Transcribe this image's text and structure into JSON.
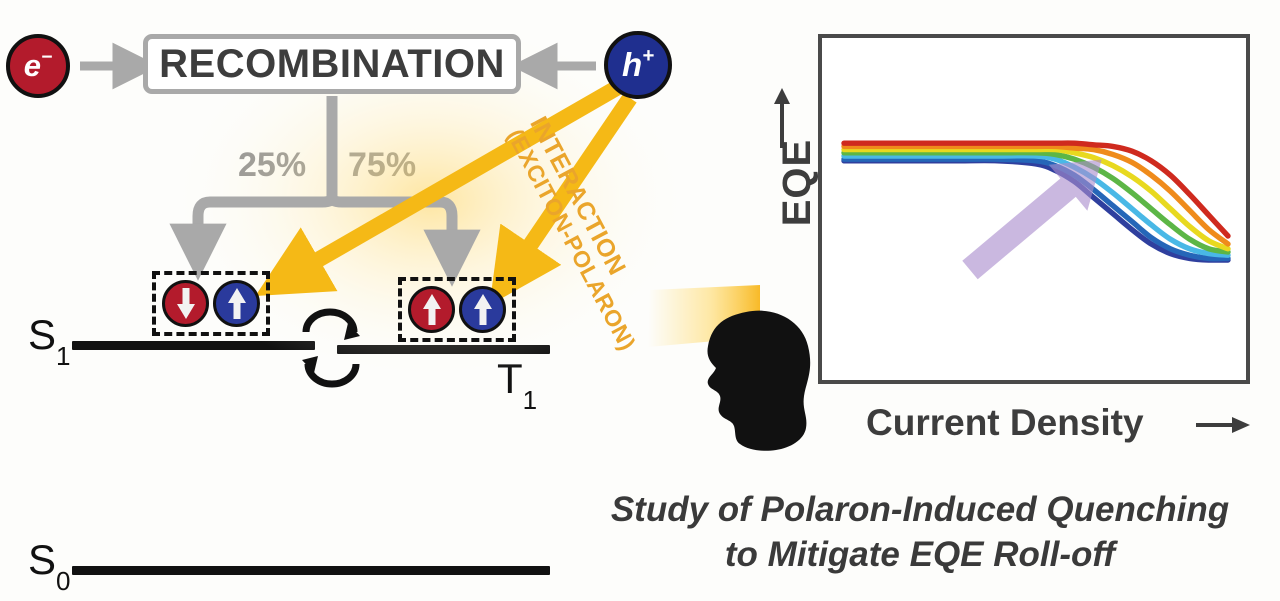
{
  "figure": {
    "caption_line1": "Study of Polaron-Induced Quenching",
    "caption_line2": "to Mitigate EQE Roll-off"
  },
  "mechanism": {
    "electron_label": "e",
    "electron_charge": "−",
    "hole_label": "h",
    "hole_charge": "+",
    "process_box_label": "RECOMBINATION",
    "branching": [
      {
        "label": "25%",
        "outcome": "singlet"
      },
      {
        "label": "75%",
        "outcome": "triplet"
      }
    ],
    "interaction_line1": "INTERACTION",
    "interaction_line2": "(EXCITON-POLARON)",
    "energy_levels": [
      {
        "name": "S",
        "sub": "1"
      },
      {
        "name": "T",
        "sub": "1"
      },
      {
        "name": "S",
        "sub": "0"
      }
    ],
    "spin_pairs": [
      {
        "state": "singlet",
        "spins": [
          "down",
          "up"
        ],
        "colors": [
          "#b31b2c",
          "#2a3a9c"
        ]
      },
      {
        "state": "triplet",
        "spins": [
          "up",
          "up"
        ],
        "colors": [
          "#b31b2c",
          "#2a3a9c"
        ]
      }
    ],
    "icons": {
      "exchange": "spin-exchange-icon",
      "head": "head-silhouette-icon",
      "beam": "light-emission-cone"
    }
  },
  "chart_data": {
    "type": "line",
    "title": "",
    "xlabel": "Current Density",
    "ylabel": "EQE",
    "xlim": [
      0,
      100
    ],
    "ylim": [
      0,
      100
    ],
    "grid": false,
    "legend": "none",
    "axis_arrows": {
      "x": "→",
      "y": "↑"
    },
    "annotation": {
      "text": "",
      "type": "arrow",
      "color": "#a98ccd",
      "direction": "up-right",
      "meaning": "increasing roll-off onset"
    },
    "x": [
      0,
      10,
      20,
      30,
      40,
      50,
      55,
      60,
      65,
      70,
      75,
      80,
      85,
      90,
      95,
      100
    ],
    "series": [
      {
        "name": "curve-1",
        "color": "#cf2a1e",
        "values": [
          88,
          88,
          88,
          88,
          88,
          88,
          88,
          88,
          87,
          86,
          83,
          77,
          68,
          56,
          43,
          30
        ]
      },
      {
        "name": "curve-2",
        "color": "#ef8b1b",
        "values": [
          86,
          86,
          86,
          86,
          86,
          86,
          86,
          85,
          84,
          81,
          76,
          68,
          58,
          46,
          34,
          25
        ]
      },
      {
        "name": "curve-3",
        "color": "#e8d91f",
        "values": [
          84,
          84,
          84,
          84,
          84,
          84,
          84,
          82,
          79,
          74,
          67,
          58,
          47,
          36,
          27,
          22
        ]
      },
      {
        "name": "curve-4",
        "color": "#5cb646",
        "values": [
          82,
          82,
          82,
          82,
          82,
          82,
          81,
          78,
          73,
          66,
          57,
          47,
          37,
          28,
          22,
          20
        ]
      },
      {
        "name": "curve-5",
        "color": "#49b8e6",
        "values": [
          80,
          80,
          80,
          80,
          80,
          80,
          78,
          73,
          66,
          57,
          47,
          37,
          28,
          22,
          19,
          18
        ]
      },
      {
        "name": "curve-6",
        "color": "#2566b8",
        "values": [
          78,
          78,
          78,
          78,
          78,
          77,
          74,
          68,
          59,
          49,
          39,
          29,
          22,
          18,
          16,
          16
        ]
      },
      {
        "name": "curve-7",
        "color": "#2f3f9e",
        "values": [
          77,
          77,
          77,
          77,
          77,
          75,
          71,
          64,
          54,
          44,
          34,
          25,
          19,
          16,
          15,
          15
        ]
      }
    ]
  }
}
